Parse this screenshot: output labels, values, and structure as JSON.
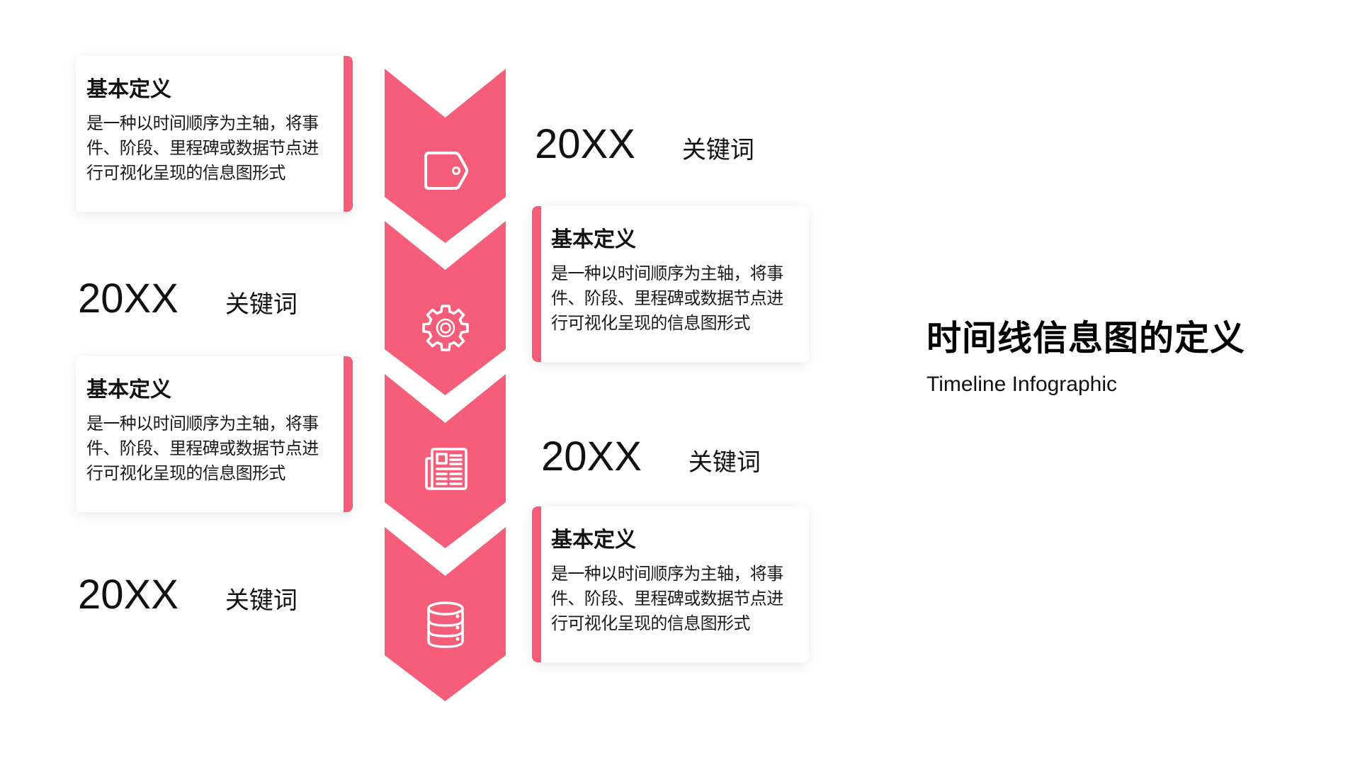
{
  "colors": {
    "accent": "#F65D78",
    "text": "#111111",
    "background": "#FFFFFF"
  },
  "heading": {
    "title": "时间线信息图的定义",
    "subtitle": "Timeline Infographic"
  },
  "cards": [
    {
      "title": "基本定义",
      "body": "是一种以时间顺序为主轴，将事件、阶段、里程碑或数据节点进行可视化呈现的信息图形式"
    },
    {
      "title": "基本定义",
      "body": "是一种以时间顺序为主轴，将事件、阶段、里程碑或数据节点进行可视化呈现的信息图形式"
    },
    {
      "title": "基本定义",
      "body": "是一种以时间顺序为主轴，将事件、阶段、里程碑或数据节点进行可视化呈现的信息图形式"
    },
    {
      "title": "基本定义",
      "body": "是一种以时间顺序为主轴，将事件、阶段、里程碑或数据节点进行可视化呈现的信息图形式"
    }
  ],
  "milestones": [
    {
      "year": "20XX",
      "keyword": "关键词"
    },
    {
      "year": "20XX",
      "keyword": "关键词"
    },
    {
      "year": "20XX",
      "keyword": "关键词"
    },
    {
      "year": "20XX",
      "keyword": "关键词"
    }
  ],
  "steps": [
    {
      "icon": "tag-icon"
    },
    {
      "icon": "gear-icon"
    },
    {
      "icon": "newspaper-icon"
    },
    {
      "icon": "database-icon"
    }
  ]
}
